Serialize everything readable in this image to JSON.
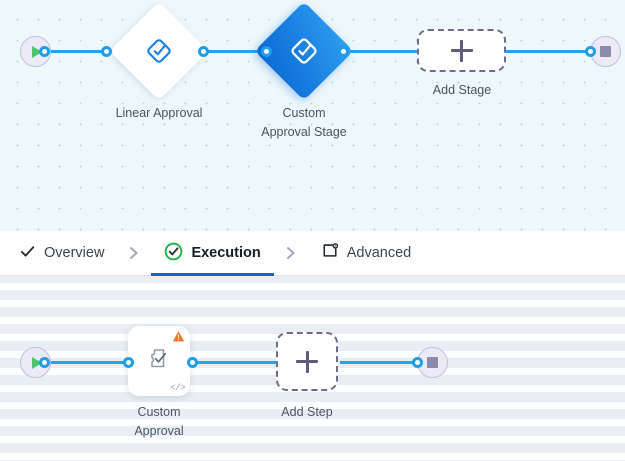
{
  "stage_canvas": {
    "name": "stage-flow-canvas",
    "background_color": "#eef8fb",
    "start_node": {
      "icon": "play-icon",
      "label": "Start"
    },
    "end_node": {
      "icon": "stop-icon",
      "label": "End"
    },
    "nodes": [
      {
        "id": "linear-approval",
        "label": "Linear Approval",
        "icon": "approval-diamond-icon",
        "style": "white"
      },
      {
        "id": "custom-approval-stage",
        "label": "Custom\nApproval Stage",
        "icon": "approval-diamond-icon",
        "style": "blue"
      }
    ],
    "add_placeholder": {
      "label": "Add Stage",
      "icon": "plus-icon"
    }
  },
  "tabs": {
    "name": "wizard-tabs",
    "active": "Execution",
    "separator_icon": "chevron-right-icon",
    "items": [
      {
        "label": "Overview",
        "icon": "check-icon",
        "state": "complete"
      },
      {
        "label": "Execution",
        "icon": "check-circle-icon",
        "state": "active"
      },
      {
        "label": "Advanced",
        "icon": "settings-box-icon",
        "state": "default"
      }
    ],
    "active_underline_color": "#1565c7",
    "complete_icon_color": "#21b24b"
  },
  "step_canvas": {
    "name": "step-flow-canvas",
    "background_color": "#fdfeff",
    "start_node": {
      "icon": "play-icon",
      "label": "Start"
    },
    "end_node": {
      "icon": "stop-icon",
      "label": "End"
    },
    "nodes": [
      {
        "id": "custom-approval",
        "label": "Custom\nApproval",
        "icon": "custom-approval-icon",
        "badge_icon": "warning-icon",
        "badge_color": "#f47321",
        "code_mark": "</>"
      }
    ],
    "add_placeholder": {
      "label": "Add Step",
      "icon": "plus-icon"
    }
  },
  "colors": {
    "edge": "#26a3e8",
    "port": "#1e9ee6",
    "accent": "#1565c7",
    "warning": "#f47321",
    "success": "#21b24b"
  }
}
